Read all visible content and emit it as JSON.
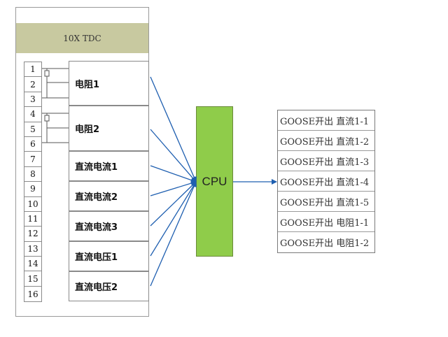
{
  "device": {
    "title": "10X TDC"
  },
  "terminals": [
    "1",
    "2",
    "3",
    "4",
    "5",
    "6",
    "7",
    "8",
    "9",
    "10",
    "11",
    "12",
    "13",
    "14",
    "15",
    "16"
  ],
  "modules": [
    {
      "label": "电阻1"
    },
    {
      "label": "电阻2"
    },
    {
      "label": "直流电流1"
    },
    {
      "label": "直流电流2"
    },
    {
      "label": "直流电流3"
    },
    {
      "label": "直流电压1"
    },
    {
      "label": "直流电压2"
    }
  ],
  "cpu": {
    "label": "CPU"
  },
  "outputs": [
    "GOOSE开出 直流1-1",
    "GOOSE开出 直流1-2",
    "GOOSE开出 直流1-3",
    "GOOSE开出 直流1-4",
    "GOOSE开出 直流1-5",
    "GOOSE开出 电阻1-1",
    "GOOSE开出 电阻1-2"
  ],
  "colors": {
    "arrow": "#1f5fb0",
    "cpu_fill": "#8fcc4a",
    "header_fill": "#c8c9a0"
  }
}
